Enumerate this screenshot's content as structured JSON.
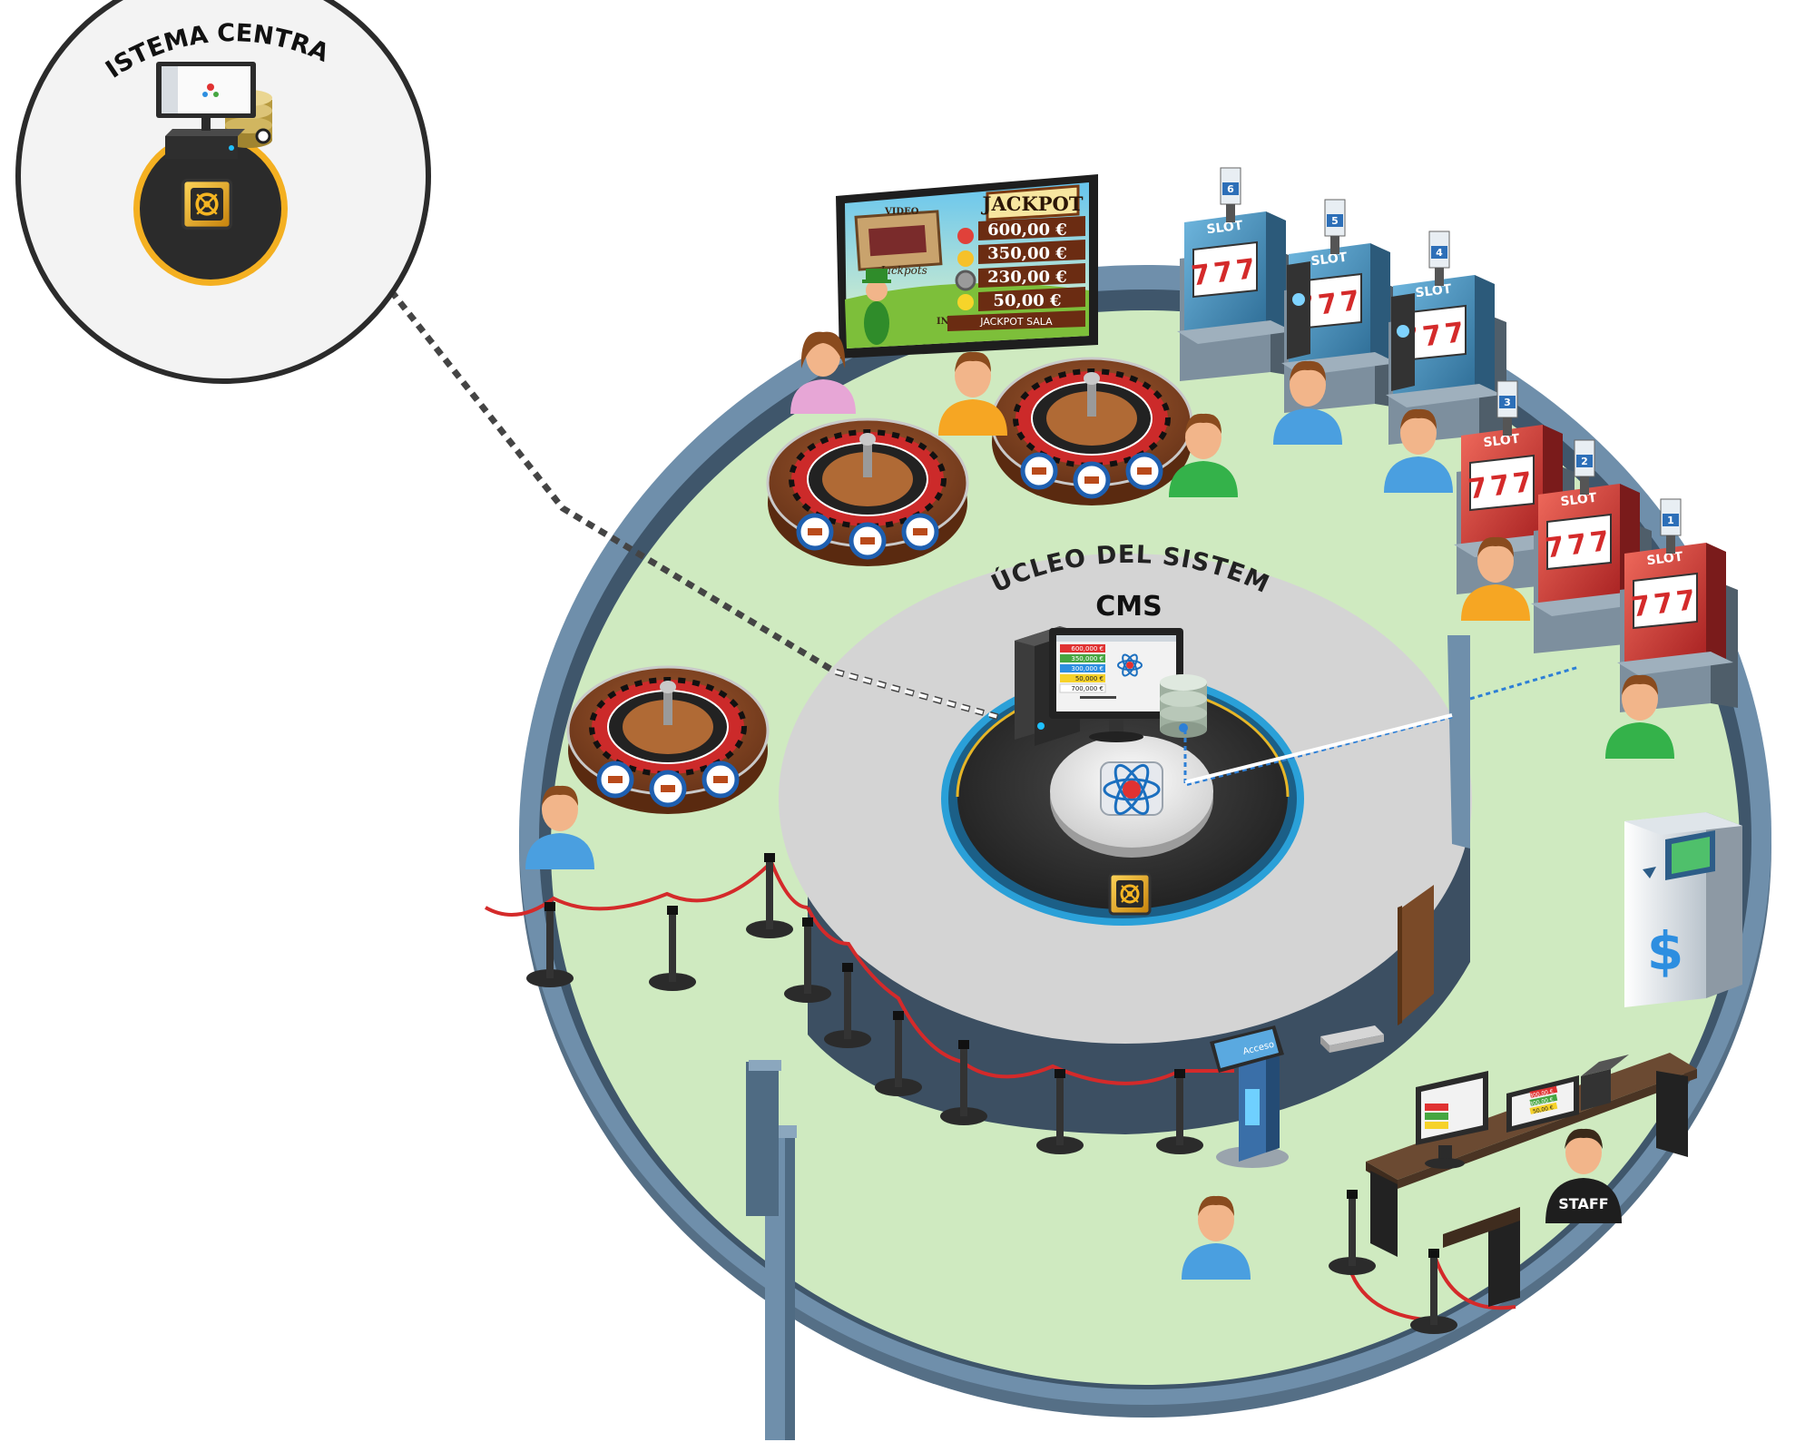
{
  "central_system": {
    "title": "SISTEMA CENTRAL"
  },
  "core": {
    "title": "NÚCLEO DEL SISTEMA",
    "subtitle": "CMS"
  },
  "cms_screen": {
    "values": [
      "600,000 €",
      "350,000 €",
      "300,000 €",
      "50,000 €",
      "700,000 €"
    ]
  },
  "jackpot_display": {
    "header": "JACKPOT",
    "video_label": "VIDEO",
    "info_label": "INFO",
    "amounts": [
      "600,00 €",
      "350,00 €",
      "230,00 €",
      "50,00 €"
    ],
    "footer": "JACKPOT SALA",
    "logo_text": "Jackpots"
  },
  "slots": {
    "label": "SLOT",
    "reels": "777",
    "numbers": [
      "6",
      "5",
      "4",
      "3",
      "2",
      "1"
    ]
  },
  "atm": {
    "symbol": "$"
  },
  "kiosk": {
    "brand": "Acceso"
  },
  "cashier": {
    "staff_label": "STAFF",
    "screen_values": [
      "300,00 €",
      "300,00 €",
      "50,00 €"
    ]
  },
  "colors": {
    "floor": "#cdeabd",
    "wall_top": "#6b8ba7",
    "wall_side": "#3e5468",
    "core_ring": "#d3d3d3",
    "table_wood": "#8b4a26",
    "slot_blue": "#4f9ec9",
    "slot_red": "#d23a3a",
    "rope": "#d42a2a",
    "link_line": "#2d7fd6"
  }
}
